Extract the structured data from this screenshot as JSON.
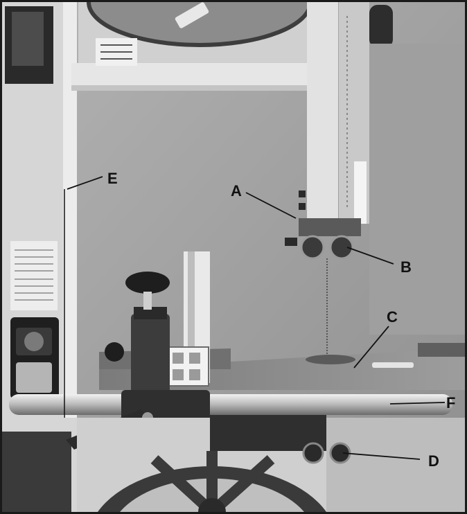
{
  "callouts": {
    "a": "A",
    "b": "B",
    "c": "C",
    "d": "D",
    "e": "E",
    "f": "F"
  },
  "colors": {
    "background_wall": "#a3a3a3",
    "cabinet": "#dcdcdc",
    "table_top": "#8a8a8a",
    "dark_parts": "#2a2a2a",
    "label_text": "#111111"
  }
}
